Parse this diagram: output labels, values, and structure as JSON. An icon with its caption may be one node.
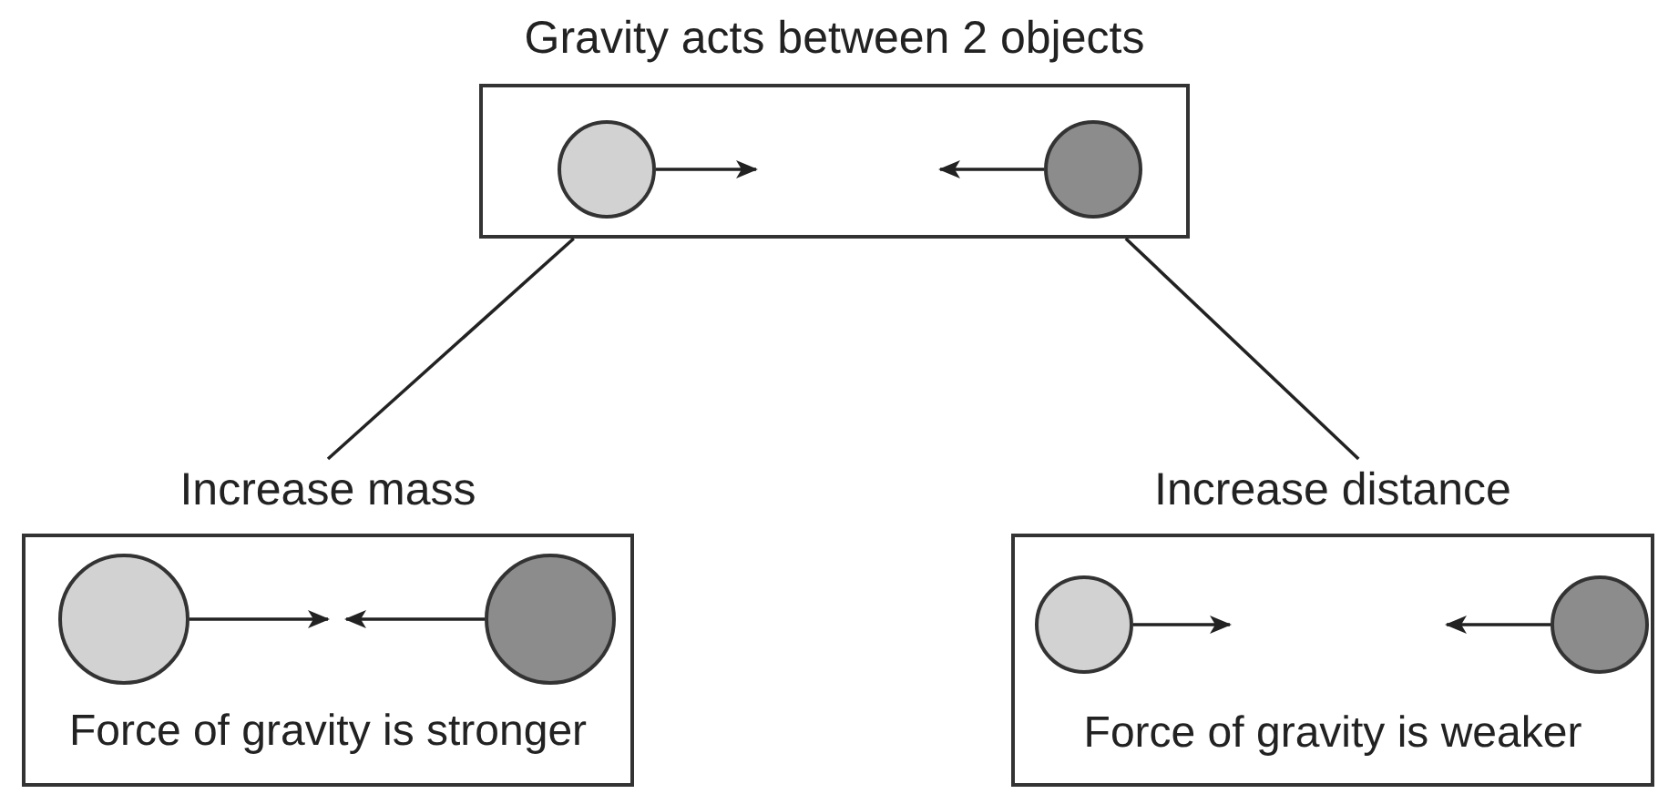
{
  "diagram": {
    "nodes": [
      {
        "text": [
          "Gravity acts between 2 objects"
        ]
      },
      {
        "text": [],
        "shape": "circle",
        "in": 0
      },
      {
        "text": [],
        "shape": "circle",
        "in": 0
      },
      {
        "text": [
          "Increase mass",
          "Force of gravity is stronger"
        ]
      },
      {
        "text": [],
        "shape": "circle",
        "in": 3
      },
      {
        "text": [],
        "shape": "circle",
        "in": 3
      },
      {
        "text": [
          "Increase distance",
          "Force of gravity is weaker"
        ]
      },
      {
        "text": [],
        "shape": "circle",
        "in": 6
      },
      {
        "text": [],
        "shape": "circle",
        "in": 6
      }
    ],
    "edges": [
      {
        "from": 1,
        "to": null,
        "arrow": "to"
      },
      {
        "from": 2,
        "to": null,
        "arrow": "to"
      },
      {
        "from": 0,
        "to": 3,
        "arrow": "none"
      },
      {
        "from": 0,
        "to": 6,
        "arrow": "none"
      },
      {
        "from": 4,
        "to": null,
        "arrow": "to"
      },
      {
        "from": 5,
        "to": null,
        "arrow": "to"
      },
      {
        "from": 7,
        "to": null,
        "arrow": "to"
      },
      {
        "from": 8,
        "to": null,
        "arrow": "to"
      }
    ]
  }
}
